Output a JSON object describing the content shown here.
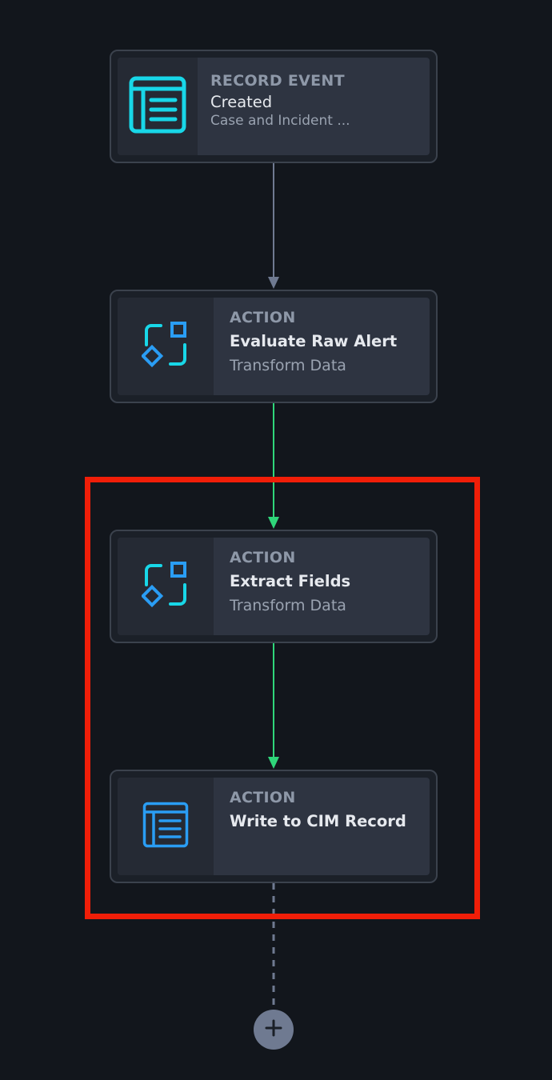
{
  "workflow": {
    "nodes": [
      {
        "type": "RECORD EVENT",
        "title": "Created",
        "subtitle": "Case and Incident ...",
        "icon": "record-table-icon"
      },
      {
        "type": "ACTION",
        "title": "Evaluate Raw Alert",
        "subtitle": "Transform Data",
        "icon": "transform-data-icon"
      },
      {
        "type": "ACTION",
        "title": "Extract Fields",
        "subtitle": "Transform Data",
        "icon": "transform-data-icon"
      },
      {
        "type": "ACTION",
        "title": "Write to CIM Record",
        "subtitle": "",
        "icon": "record-table-icon"
      }
    ],
    "add_step_icon": "plus-icon",
    "highlight_color": "#f01e08"
  },
  "colors": {
    "background": "#12161c",
    "connector_default": "#6f7a91",
    "connector_success": "#2fd67a",
    "icon_cyan": "#18d7e8",
    "icon_blue": "#2a9df4",
    "add_button": "#6f7a91"
  }
}
